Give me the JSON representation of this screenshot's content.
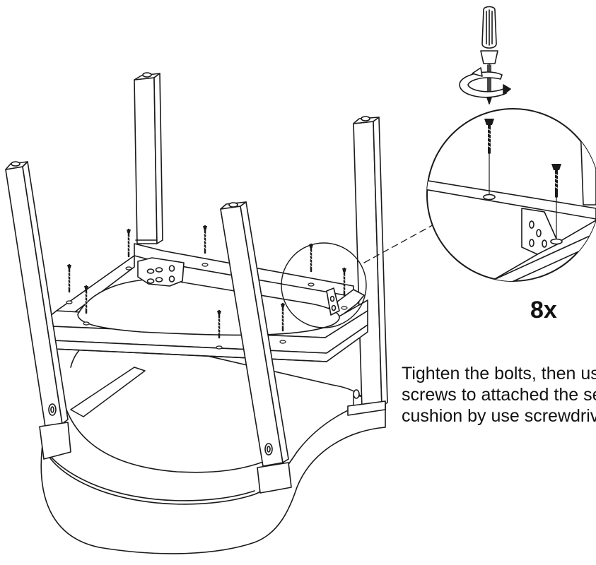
{
  "callout": {
    "quantity": "8x",
    "instruction_lines": [
      "Tighten the bolts, then use",
      "screws to attached the seat",
      "cushion by use screwdriver."
    ]
  },
  "icons": {
    "tool": "screwdriver-icon",
    "rotation": "rotate-clockwise-icon",
    "fastener": "screw-icon"
  },
  "colors": {
    "ink": "#1a1a1a",
    "paper": "#ffffff"
  }
}
